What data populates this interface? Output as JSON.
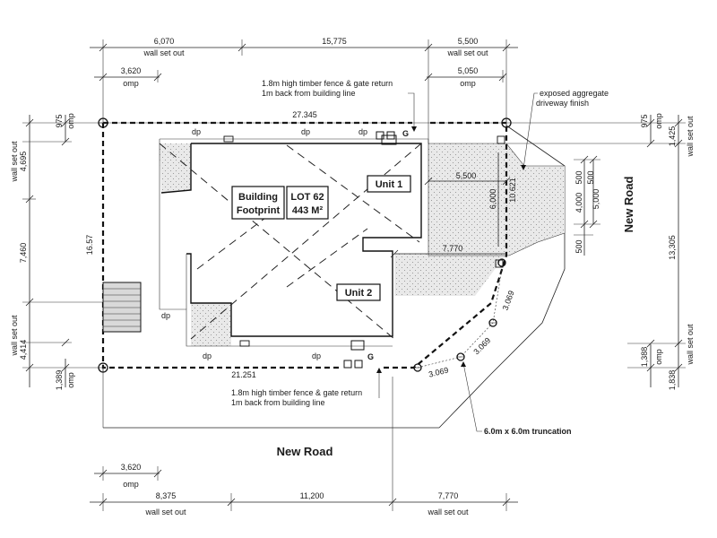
{
  "dimensions": {
    "top_main": [
      "6,070",
      "15,775",
      "5,500"
    ],
    "top_main_sub": [
      "wall set out",
      "wall set out"
    ],
    "top_omp": [
      "3,620",
      "5,050"
    ],
    "top_omp_sub": [
      "omp",
      "omp"
    ],
    "lot_width_top": "27.345",
    "lot_width_bottom": "21.251",
    "lot_depth_left": "16.57",
    "left_stack": [
      "975",
      "4,695",
      "7,460",
      "4,414",
      "1,389"
    ],
    "left_stack_sub": [
      "omp",
      "wall set out",
      "wall set out",
      "omp"
    ],
    "right_stack": [
      "975",
      "1,425",
      "13,305",
      "1,388",
      "1,838"
    ],
    "right_stack_sub": [
      "omp",
      "wall set out",
      "wall set out",
      "omp"
    ],
    "driveway": [
      "5,500",
      "6,000",
      "10.621",
      "7,770"
    ],
    "driveway_vertical": [
      "500",
      "4,000",
      "5,000",
      "500",
      "500"
    ],
    "truncation_segments": [
      "3.069",
      "3.069",
      "3.069"
    ],
    "bottom_omp": "3,620",
    "bottom_omp_sub": "omp",
    "bottom_main": [
      "8,375",
      "11,200",
      "7,770"
    ],
    "bottom_main_sub": [
      "wall set out",
      "wall set out"
    ]
  },
  "labels": {
    "fence_note_top_line1": "1.8m high timber fence & gate return",
    "fence_note_top_line2": "1m back from building line",
    "fence_note_bottom_line1": "1.8m high timber fence & gate return",
    "fence_note_bottom_line2": "1m back from building line",
    "driveway_note_line1": "exposed aggregate",
    "driveway_note_line2": "driveway finish",
    "truncation_note": "6.0m x 6.0m truncation",
    "building_footprint_line1": "Building",
    "building_footprint_line2": "Footprint",
    "lot_line1": "LOT 62",
    "lot_line2": "443 M²",
    "unit1": "Unit 1",
    "unit2": "Unit 2",
    "road_bottom": "New Road",
    "road_right": "New Road",
    "gate_top": "G",
    "gate_bottom": "G",
    "dp_marks": [
      "dp",
      "dp",
      "dp",
      "dp",
      "dp",
      "dp"
    ]
  }
}
